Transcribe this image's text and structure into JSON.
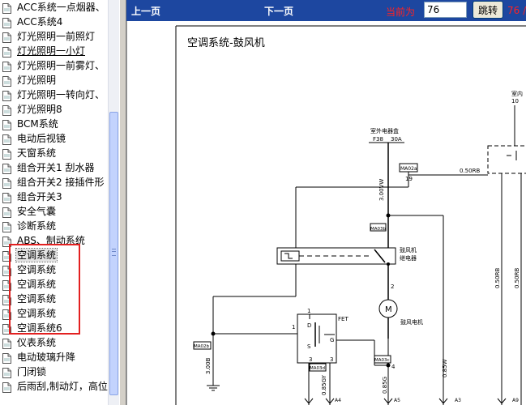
{
  "sidebar": {
    "items": [
      {
        "label": "ACC系统一点烟器、",
        "underline": false
      },
      {
        "label": "ACC系统4",
        "underline": false
      },
      {
        "label": "灯光照明一前照灯",
        "underline": false
      },
      {
        "label": "灯光照明一小灯",
        "underline": true
      },
      {
        "label": "灯光照明一前雾灯、",
        "underline": false
      },
      {
        "label": "灯光照明",
        "underline": false
      },
      {
        "label": "灯光照明一转向灯、",
        "underline": false
      },
      {
        "label": "灯光照明8",
        "underline": false
      },
      {
        "label": "BCM系统",
        "underline": false
      },
      {
        "label": "电动后视镜",
        "underline": false
      },
      {
        "label": "天窗系统",
        "underline": false
      },
      {
        "label": "组合开关1 刮水器",
        "underline": false
      },
      {
        "label": "组合开关2 接插件形",
        "underline": false
      },
      {
        "label": "组合开关3",
        "underline": false
      },
      {
        "label": "安全气囊",
        "underline": false
      },
      {
        "label": "诊断系统",
        "underline": false
      },
      {
        "label": "ABS、制动系统",
        "underline": false
      },
      {
        "label": "空调系统",
        "underline": false,
        "selected": true
      },
      {
        "label": "空调系统",
        "underline": false
      },
      {
        "label": "空调系统",
        "underline": false
      },
      {
        "label": "空调系统",
        "underline": false
      },
      {
        "label": "空调系统",
        "underline": false
      },
      {
        "label": "空调系统6",
        "underline": false
      },
      {
        "label": "仪表系统",
        "underline": false
      },
      {
        "label": "电动玻璃升降",
        "underline": false
      },
      {
        "label": "门闭锁",
        "underline": false
      },
      {
        "label": "后雨刮,制动灯，高位",
        "underline": false
      }
    ]
  },
  "toolbar": {
    "prev_label": "上一页",
    "next_label": "下一页",
    "current_label": "当前为",
    "current_page": "76",
    "jump_label": "跳转",
    "total_label": "76 /"
  },
  "diagram": {
    "title": "空调系统-鼓风机",
    "fuse_box_label": "室外电器盒",
    "fuse_id": "F38",
    "fuse_rating": "30A",
    "connector_top": "MA02a",
    "connector_top_pin": "19",
    "wire_050rb": "0.50RB",
    "wire_300vw": "3.00VW",
    "connector_ma03b": "MA03b",
    "relay_label_1": "鼓风机",
    "relay_label_2": "继电器",
    "motor_symbol": "M",
    "motor_label": "鼓风电机",
    "fet_label": "FET",
    "pin_1": "1",
    "pin_2": "2",
    "pin_3": "3",
    "pin_4": "4",
    "pin_d": "D",
    "pin_s": "S",
    "pin_g": "G",
    "wire_085w": "0.85W",
    "wire_050rb_v1": "0.50RB",
    "wire_050rb_v2": "0.50RB",
    "connector_ma02b": "MA02b",
    "connector_ma03c": "MA03c",
    "connector_ma03d": "MA03d",
    "wire_300b": "3.00B",
    "wire_085gy": "0.85GY",
    "wire_085g": "0.85G",
    "conn_a4": "A4",
    "conn_a5": "A5",
    "conn_a3": "A3",
    "conn_a9": "A9",
    "right_label_1": "室内",
    "right_label_2": "10"
  },
  "colors": {
    "topbar": "#1d47a0",
    "highlight_box": "#e32020",
    "page_text": "#ff2222"
  }
}
